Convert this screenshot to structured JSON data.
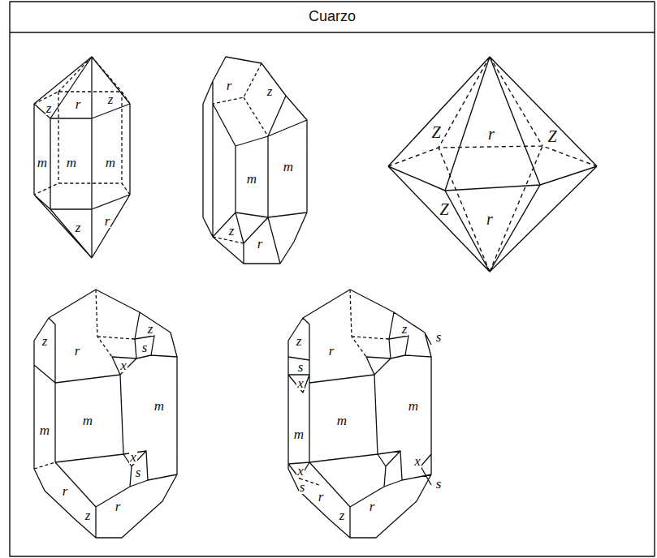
{
  "diagram": {
    "title": "Cuarzo",
    "labels": [
      "z",
      "r",
      "z",
      "m",
      "m",
      "m",
      "z",
      "r",
      "r",
      "z",
      "m",
      "m",
      "z",
      "r",
      "Z",
      "r",
      "Z",
      "Z",
      "r",
      "z",
      "r",
      "z",
      "s",
      "x",
      "m",
      "m",
      "m",
      "x",
      "s",
      "r",
      "z",
      "r",
      "z",
      "r",
      "z",
      "s",
      "s",
      "x",
      "m",
      "m",
      "m",
      "x",
      "x",
      "s",
      "s",
      "r",
      "z",
      "r"
    ]
  }
}
